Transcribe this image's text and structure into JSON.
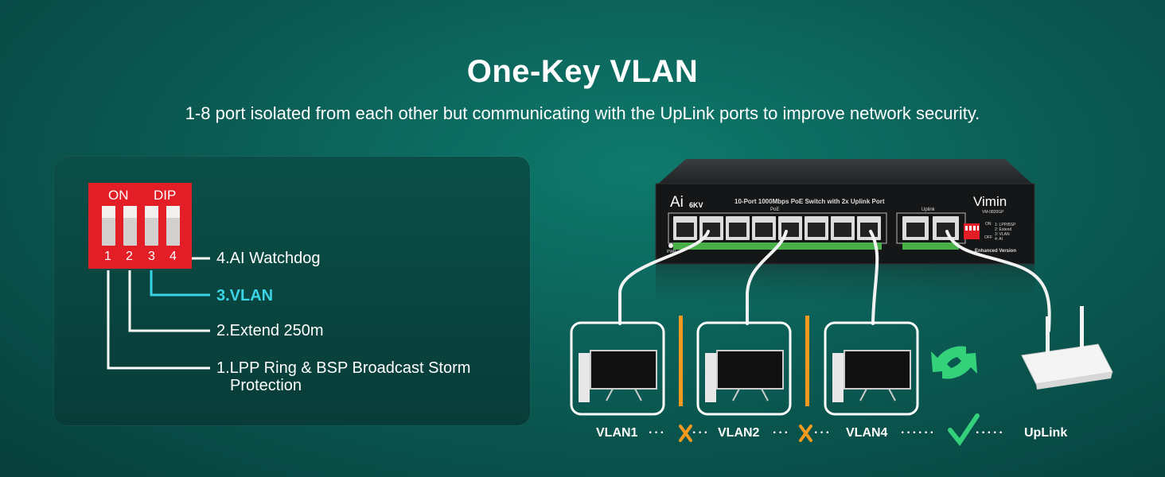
{
  "header": {
    "title": "One-Key VLAN",
    "subtitle": "1-8 port isolated from each other but communicating with the UpLink ports to improve network security."
  },
  "dip_switch": {
    "on_label": "ON",
    "dip_label": "DIP",
    "numbers": [
      "1",
      "2",
      "3",
      "4"
    ]
  },
  "features": [
    {
      "text": "4.AI Watchdog"
    },
    {
      "text": "3.VLAN"
    },
    {
      "text": "2.Extend 250m"
    },
    {
      "text": "1.LPP Ring & BSP Broadcast Storm",
      "text2": "Protection"
    }
  ],
  "device": {
    "brand": "Ai",
    "badge": "6KV",
    "model_title": "10-Port 1000Mbps PoE Switch with 2x Uplink Port",
    "poe_label": "PoE",
    "uplink_label": "Uplink",
    "vendor": "Vimin",
    "model": "VM-0820GP",
    "mode_lines": [
      "1: LPP/BSP",
      "2: Extend",
      "3: VLAN",
      "4: AI"
    ],
    "on_label": "ON",
    "off_label": "OFF",
    "pwr_label": "PWR",
    "edition": "Enhanced Version"
  },
  "network": {
    "labels": [
      "VLAN1",
      "VLAN2",
      "VLAN4",
      "UpLink"
    ]
  },
  "colors": {
    "accent_cyan": "#3ad4e6",
    "dip_red": "#e41e26",
    "cross_orange": "#f39a1e",
    "check_green": "#33d17a"
  }
}
